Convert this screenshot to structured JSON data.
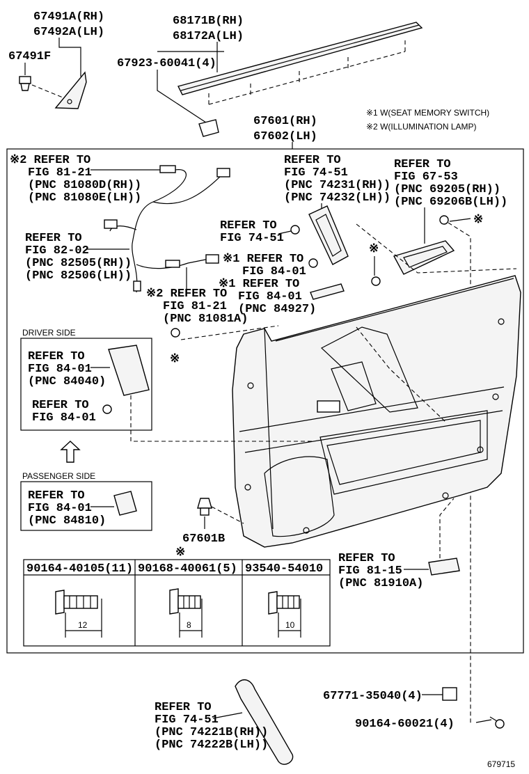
{
  "top": {
    "p67491a": "67491A(RH)",
    "p67492a": "67492A(LH)",
    "p67491f": "67491F",
    "p68171b": "68171B(RH)",
    "p68172a": "68172A(LH)",
    "p67923": "67923-60041(4)",
    "p67601": "67601(RH)",
    "p67602": "67602(LH)"
  },
  "notes": {
    "n1": "※1 W(SEAT MEMORY SWITCH)",
    "n2": "※2 W(ILLUMINATION LAMP)"
  },
  "refs": {
    "r1": [
      "※2 REFER TO",
      "FIG 81-21",
      "(PNC 81080D(RH))",
      "(PNC 81080E(LH))"
    ],
    "r2": [
      "REFER TO",
      "FIG 82-02",
      "(PNC 82505(RH))",
      "(PNC 82506(LH))"
    ],
    "r3": [
      "REFER TO",
      "FIG 74-51",
      "(PNC 74231(RH))",
      "(PNC 74232(LH))"
    ],
    "r4": [
      "REFER TO",
      "FIG 67-53",
      "(PNC 69205(RH))",
      "(PNC 69206B(LH))"
    ],
    "r5": [
      "REFER TO",
      "FIG 74-51"
    ],
    "r6": [
      "※1 REFER TO",
      "FIG 84-01"
    ],
    "r7": [
      "※1 REFER TO",
      "FIG 84-01",
      "(PNC 84927)"
    ],
    "r8": [
      "※2 REFER TO",
      "FIG 81-21",
      "(PNC 81081A)"
    ],
    "r9": [
      "REFER TO",
      "FIG 84-01",
      "(PNC 84040)"
    ],
    "r10": [
      "REFER TO",
      "FIG 84-01"
    ],
    "r11": [
      "REFER TO",
      "FIG 84-01",
      "(PNC 84810)"
    ],
    "r12": [
      "REFER TO",
      "FIG 81-15",
      "(PNC 81910A)"
    ],
    "r13": [
      "REFER TO",
      "FIG 74-51",
      "(PNC 74221B(RH))",
      "(PNC 74222B(LH))"
    ]
  },
  "side": {
    "driver": "DRIVER SIDE",
    "passenger": "PASSENGER SIDE"
  },
  "parts": {
    "p67601b": "67601B",
    "p67771": "67771-35040(4)",
    "p90164b": "90164-60021(4)",
    "mark": "※"
  },
  "table": {
    "h1": "90164-40105(11)",
    "h2": "90168-40061(5)",
    "h3": "93540-54010",
    "d1": "12",
    "d2": "8",
    "d3": "10"
  },
  "footer": {
    "code": "679715"
  }
}
